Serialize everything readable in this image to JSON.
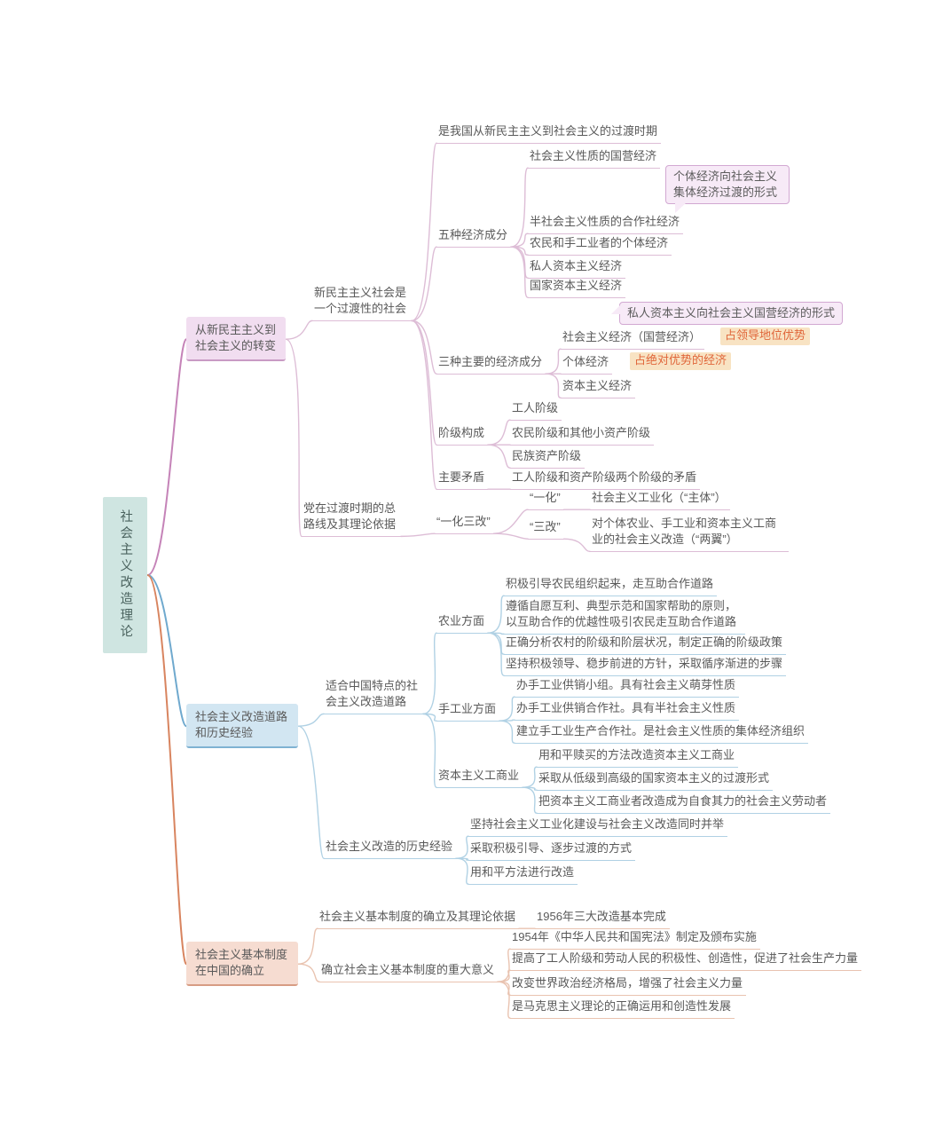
{
  "colors": {
    "pm": "#c583b8",
    "p": "#ddbdd6",
    "bm": "#6fa9ce",
    "b": "#b0d1e4",
    "om": "#d8845f",
    "o": "#e9c3b0"
  },
  "root": {
    "label": "社会主义改造理论"
  },
  "transition": {
    "label": "从新民主主义到社会主义的转变",
    "society": {
      "label": "新民主主义社会是一个过渡性的社会",
      "period": "是我国从新民主主义到社会主义的过渡时期",
      "five": {
        "label": "五种经济成分",
        "items": [
          "社会主义性质的国营经济",
          "半社会主义性质的合作社经济",
          "农民和手工业者的个体经济",
          "私人资本主义经济",
          "国家资本主义经济"
        ],
        "callout_individual": "个体经济向社会主义集体经济过渡的形式",
        "callout_private": "私人资本主义向社会主义国营经济的形式"
      },
      "three": {
        "label": "三种主要的经济成分",
        "socialist": "社会主义经济（国营经济）",
        "socialist_tag": "占领导地位优势",
        "individual": "个体经济",
        "individual_tag": "占绝对优势的经济",
        "capitalist": "资本主义经济"
      },
      "classes": {
        "label": "阶级构成",
        "items": [
          "工人阶级",
          "农民阶级和其他小资产阶级",
          "民族资产阶级"
        ]
      },
      "contradiction": {
        "label": "主要矛盾",
        "content": "工人阶级和资产阶级两个阶级的矛盾"
      }
    },
    "general_line": {
      "label": "党在过渡时期的总路线及其理论依据",
      "ysg": {
        "label": "“一化三改”",
        "yihua": "“一化”",
        "yihua_content": "社会主义工业化（“主体”）",
        "sangai": "“三改”",
        "sangai_content": "对个体农业、手工业和资本主义工商业的社会主义改造（“两翼”）"
      }
    }
  },
  "road": {
    "label": "社会主义改造道路和历史经验",
    "path": {
      "label": "适合中国特点的社会主义改造道路",
      "agriculture": {
        "label": "农业方面",
        "items": [
          "积极引导农民组织起来，走互助合作道路",
          "遵循自愿互利、典型示范和国家帮助的原则，以互助合作的优越性吸引农民走互助合作道路",
          "正确分析农村的阶级和阶层状况，制定正确的阶级政策",
          "坚持积极领导、稳步前进的方针，采取循序渐进的步骤"
        ]
      },
      "handicraft": {
        "label": "手工业方面",
        "items": [
          "办手工业供销小组。具有社会主义萌芽性质",
          "办手工业供销合作社。具有半社会主义性质",
          "建立手工业生产合作社。是社会主义性质的集体经济组织"
        ]
      },
      "commerce": {
        "label": "资本主义工商业",
        "items": [
          "用和平赎买的方法改造资本主义工商业",
          "采取从低级到高级的国家资本主义的过渡形式",
          "把资本主义工商业者改造成为自食其力的社会主义劳动者"
        ]
      }
    },
    "experience": {
      "label": "社会主义改造的历史经验",
      "items": [
        "坚持社会主义工业化建设与社会主义改造同时并举",
        "采取积极引导、逐步过渡的方式",
        "用和平方法进行改造"
      ]
    }
  },
  "establishment": {
    "label": "社会主义基本制度在中国的确立",
    "basis": {
      "label": "社会主义基本制度的确立及其理论依据",
      "content": "1956年三大改造基本完成"
    },
    "significance": {
      "label": "确立社会主义基本制度的重大意义",
      "items": [
        "1954年《中华人民共和国宪法》制定及颁布实施",
        "提高了工人阶级和劳动人民的积极性、创造性，促进了社会生产力量",
        "改变世界政治经济格局，增强了社会主义力量",
        "是马克思主义理论的正确运用和创造性发展"
      ]
    }
  }
}
